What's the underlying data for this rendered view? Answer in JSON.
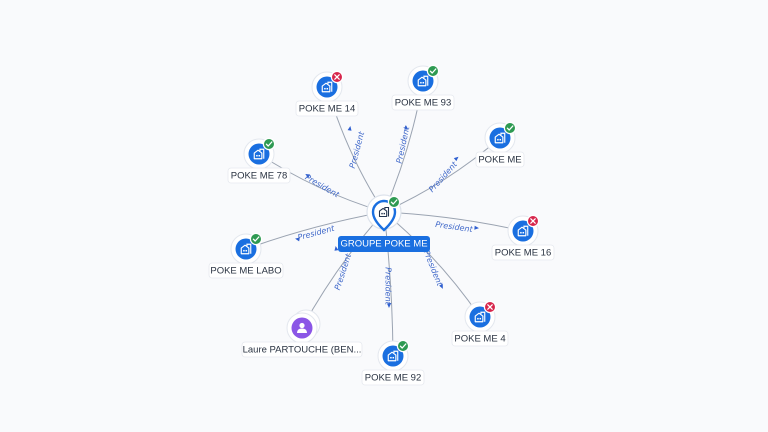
{
  "graph": {
    "center": {
      "label": "GROUPE POKE ME",
      "icon": "building-icon",
      "status": "active"
    },
    "edge_label": "President",
    "nodes": [
      {
        "id": "poke-me-14",
        "label": "POKE ME 14",
        "icon": "building-icon",
        "status": "inactive"
      },
      {
        "id": "poke-me-93",
        "label": "POKE ME 93",
        "icon": "building-icon",
        "status": "active"
      },
      {
        "id": "poke-me",
        "label": "POKE ME",
        "icon": "building-icon",
        "status": "active"
      },
      {
        "id": "poke-me-78",
        "label": "POKE ME 78",
        "icon": "building-icon",
        "status": "active"
      },
      {
        "id": "poke-me-16",
        "label": "POKE ME 16",
        "icon": "building-icon",
        "status": "inactive"
      },
      {
        "id": "poke-me-labo",
        "label": "POKE ME LABO",
        "icon": "building-icon",
        "status": "active"
      },
      {
        "id": "poke-me-4",
        "label": "POKE ME 4",
        "icon": "building-icon",
        "status": "inactive"
      },
      {
        "id": "laure-partouche",
        "label": "Laure PARTOUCHE (BEN...",
        "icon": "person-icon",
        "status": ""
      },
      {
        "id": "poke-me-92",
        "label": "POKE ME 92",
        "icon": "building-icon",
        "status": "active"
      }
    ]
  },
  "colors": {
    "company": "#1a6fe0",
    "person": "#8b56e6",
    "active_badge": "#2e9a52",
    "inactive_badge": "#d7264c",
    "edge_label": "#3e67c9"
  }
}
